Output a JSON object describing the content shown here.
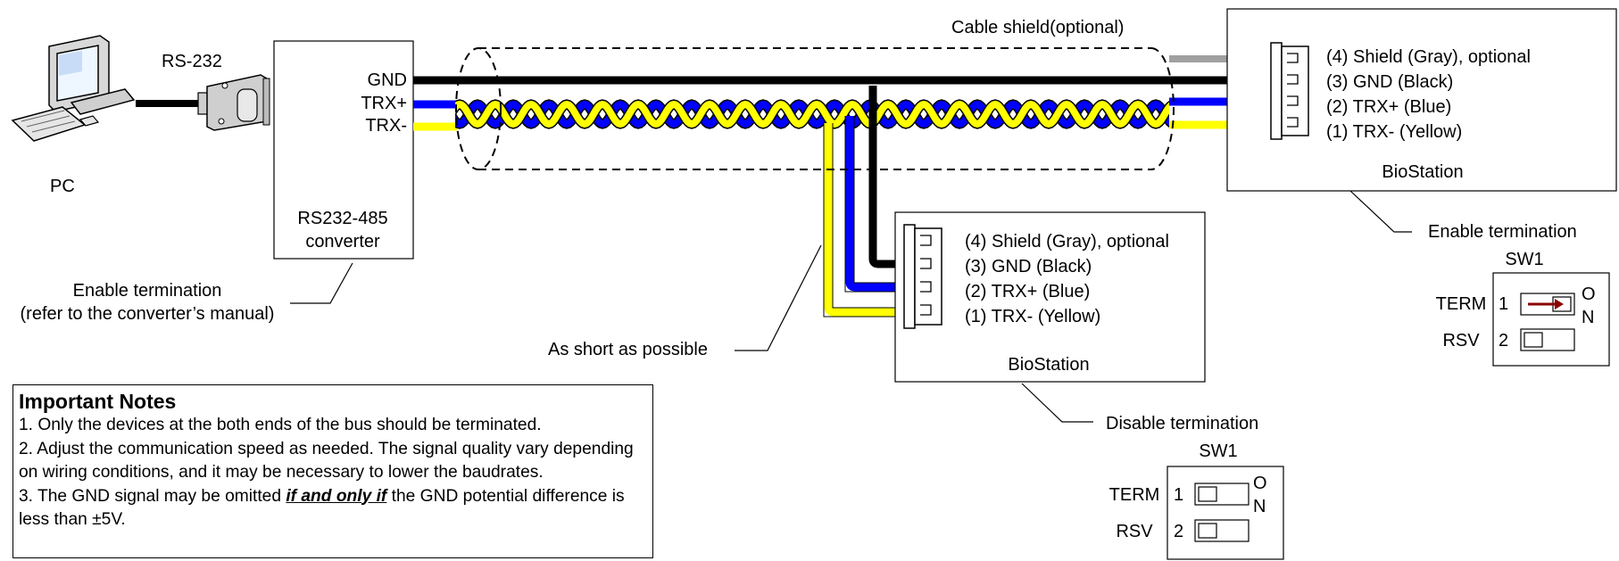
{
  "pc": {
    "label": "PC",
    "link_label": "RS-232"
  },
  "converter": {
    "label_line1": "RS232-485",
    "label_line2": "converter",
    "ports": [
      "GND",
      "TRX+",
      "TRX-"
    ],
    "note_line1": "Enable termination",
    "note_line2": "(refer to the converter’s manual)"
  },
  "cable": {
    "shield_label": "Cable shield(optional)",
    "stub_label": "As short as possible"
  },
  "colors": {
    "gnd": "#000000",
    "trx_plus": "#0000ff",
    "trx_minus": "#ffff00",
    "shield": "#a0a0a0"
  },
  "biostation_end": {
    "name": "BioStation",
    "pins": [
      "(4) Shield (Gray), optional",
      "(3) GND (Black)",
      "(2) TRX+ (Blue)",
      "(1) TRX- (Yellow)"
    ],
    "termination_label": "Enable termination",
    "switch": {
      "title": "SW1",
      "rows": [
        {
          "label": "TERM",
          "num": "1",
          "on": true
        },
        {
          "label": "RSV",
          "num": "2",
          "on": false
        }
      ],
      "on_label_o": "O",
      "on_label_n": "N"
    }
  },
  "biostation_mid": {
    "name": "BioStation",
    "pins": [
      "(4) Shield (Gray), optional",
      "(3) GND (Black)",
      "(2) TRX+ (Blue)",
      "(1) TRX- (Yellow)"
    ],
    "termination_label": "Disable termination",
    "switch": {
      "title": "SW1",
      "rows": [
        {
          "label": "TERM",
          "num": "1",
          "on": false
        },
        {
          "label": "RSV",
          "num": "2",
          "on": false
        }
      ],
      "on_label_o": "O",
      "on_label_n": "N"
    }
  },
  "notes": {
    "title": "Important Notes",
    "item1": "1. Only the devices at the both ends of the bus should be terminated.",
    "item2": "2. Adjust the communication speed as needed. The signal quality vary depending on wiring conditions, and it may be necessary to lower the baudrates.",
    "item3_pre": "3. The GND signal may be omitted ",
    "item3_em": "if and only if",
    "item3_post": " the GND potential difference is less than ±5V."
  }
}
